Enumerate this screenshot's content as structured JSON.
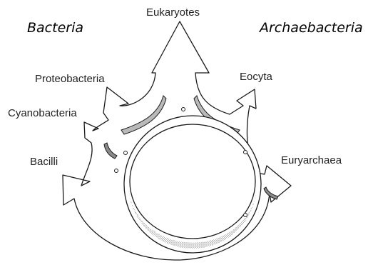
{
  "headings": {
    "left": "Bacteria",
    "right": "Archaebacteria"
  },
  "labels": {
    "eukaryotes": "Eukaryotes",
    "proteobacteria": "Proteobacteria",
    "cyanobacteria": "Cyanobacteria",
    "bacilli": "Bacilli",
    "eocyta": "Eocyta",
    "euryarchaea": "Euryarchaea"
  },
  "colors": {
    "stroke": "#1a1a1a",
    "fill": "#ffffff",
    "membrane_shading": "#9a9a9a"
  }
}
